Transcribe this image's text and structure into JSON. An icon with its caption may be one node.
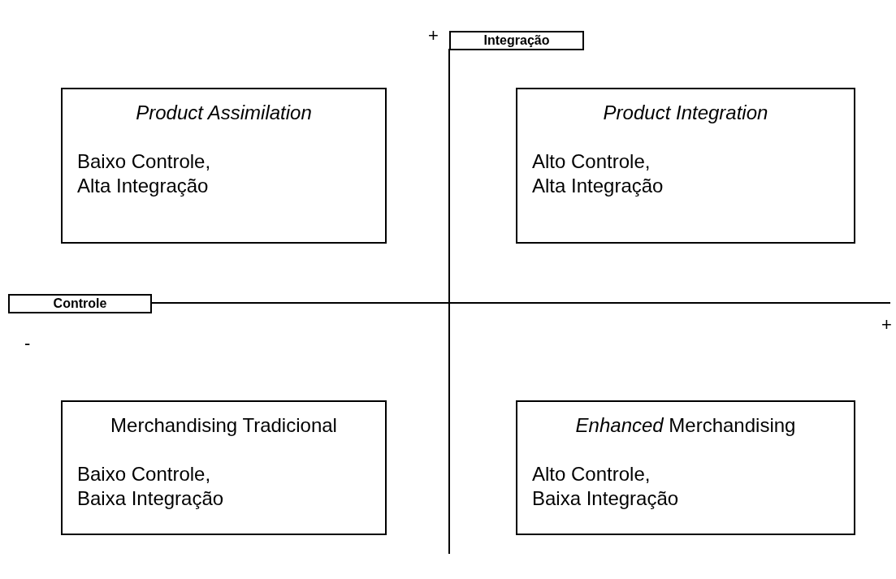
{
  "diagram": {
    "nodes": [
      {
        "text": [
          "Integração"
        ]
      },
      {
        "text": [
          "*Product Assimilation*",
          "Baixo Controle, Alta Integração"
        ]
      },
      {
        "text": [
          "*Product Integration*",
          "Alto Controle, Alta Integração"
        ]
      },
      {
        "text": [
          "Controle"
        ]
      },
      {
        "text": [
          "Merchandising Tradicional",
          "Baixo Controle, Baixa Integração"
        ]
      },
      {
        "text": [
          "*Enhanced* Merchandising",
          "Alto Controle, Baixa Integração"
        ]
      }
    ],
    "labels": [
      "+",
      "-",
      "+"
    ]
  }
}
